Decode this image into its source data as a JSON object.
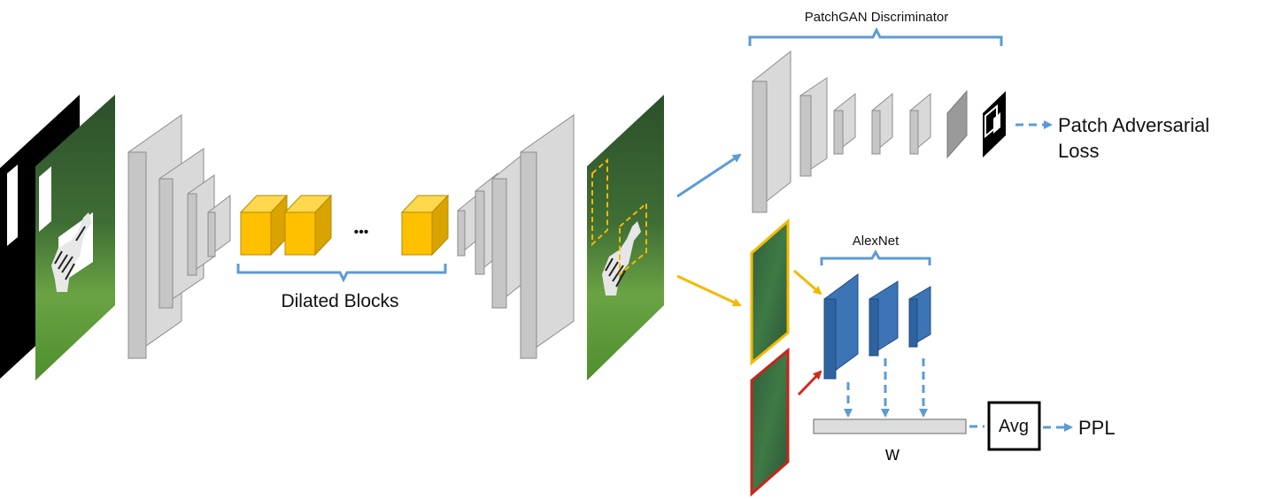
{
  "labels": {
    "dilated_blocks": "Dilated Blocks",
    "ellipsis": "•••",
    "patchgan": "PatchGAN Discriminator",
    "patch_loss_line1": "Patch Adversarial",
    "patch_loss_line2": "Loss",
    "alexnet": "AlexNet",
    "w": "w",
    "avg": "Avg",
    "ppl": "PPL"
  },
  "colors": {
    "bracket": "#5b9bd5",
    "arrow_blue": "#5b9bd5",
    "arrow_yellow": "#f5b800",
    "arrow_red": "#d42a1e",
    "block_gray": "#c8c8c8",
    "block_yellow": "#f5b800",
    "block_blue": "#2e63a0"
  }
}
